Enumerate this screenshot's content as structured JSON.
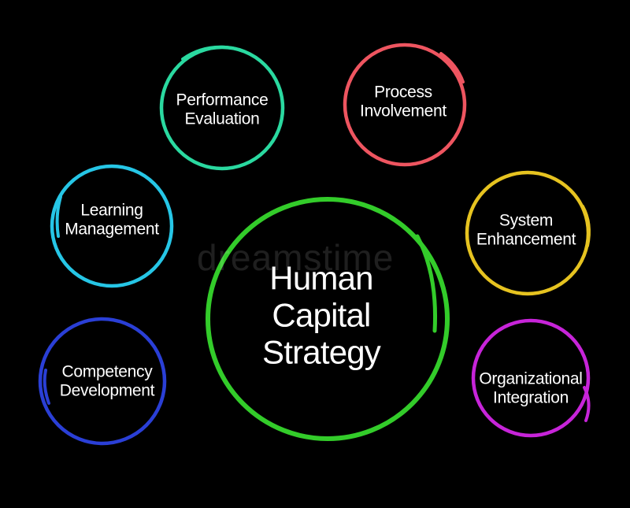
{
  "center": {
    "lines": [
      "Human",
      "Capital",
      "Strategy"
    ],
    "color": "#33cc2a"
  },
  "nodes": [
    {
      "id": "performance-evaluation",
      "lines": [
        "Performance",
        "Evaluation"
      ],
      "color": "#2ad9a0"
    },
    {
      "id": "process-involvement",
      "lines": [
        "Process",
        "Involvement"
      ],
      "color": "#ee5560"
    },
    {
      "id": "learning-management",
      "lines": [
        "Learning",
        "Management"
      ],
      "color": "#26c6e6"
    },
    {
      "id": "system-enhancement",
      "lines": [
        "System",
        "Enhancement"
      ],
      "color": "#e6c320"
    },
    {
      "id": "competency-development",
      "lines": [
        "Competency",
        "Development"
      ],
      "color": "#2a3fd6"
    },
    {
      "id": "organizational-integration",
      "lines": [
        "Organizational",
        "Integration"
      ],
      "color": "#c724d9"
    }
  ],
  "watermark": {
    "text": "dreamstime"
  }
}
